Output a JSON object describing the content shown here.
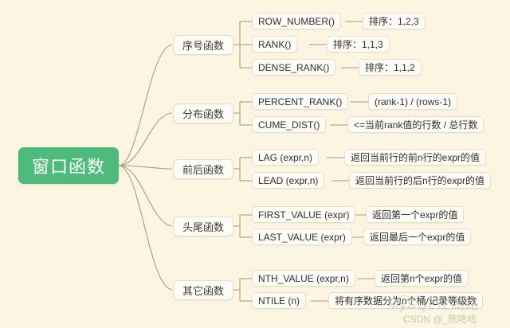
{
  "diagram": {
    "type": "mindmap",
    "background_color": "#FBF5E1",
    "root": {
      "label": "窗口函数",
      "color": "#4EBB7D",
      "text_color": "#FFFFFF"
    },
    "branches": [
      {
        "label": "序号函数",
        "items": [
          {
            "name": "ROW_NUMBER()",
            "desc": "排序：1,2,3"
          },
          {
            "name": "RANK()",
            "desc": "排序：1,1,3"
          },
          {
            "name": "DENSE_RANK()",
            "desc": "排序：1,1,2"
          }
        ]
      },
      {
        "label": "分布函数",
        "items": [
          {
            "name": "PERCENT_RANK()",
            "desc": "(rank-1) / (rows-1)"
          },
          {
            "name": "CUME_DIST()",
            "desc": "<=当前rank值的行数 / 总行数"
          }
        ]
      },
      {
        "label": "前后函数",
        "items": [
          {
            "name": "LAG (expr,n)",
            "desc": "返回当前行的前n行的expr的值"
          },
          {
            "name": "LEAD (expr,n)",
            "desc": "返回当前行的后n行的expr的值"
          }
        ]
      },
      {
        "label": "头尾函数",
        "items": [
          {
            "name": "FIRST_VALUE (expr)",
            "desc": "返回第一个expr的值"
          },
          {
            "name": "LAST_VALUE (expr)",
            "desc": "返回最后一个expr的值"
          }
        ]
      },
      {
        "label": "其它函数",
        "items": [
          {
            "name": "NTH_VALUE (expr,n)",
            "desc": "返回第n个expr的值"
          },
          {
            "name": "NTILE (n)",
            "desc": "将有序数据分为n个桶/记录等级数"
          }
        ]
      }
    ]
  },
  "watermark": {
    "main": "MySQL江湖路",
    "sub": "CSDN @_陈哈哈"
  }
}
